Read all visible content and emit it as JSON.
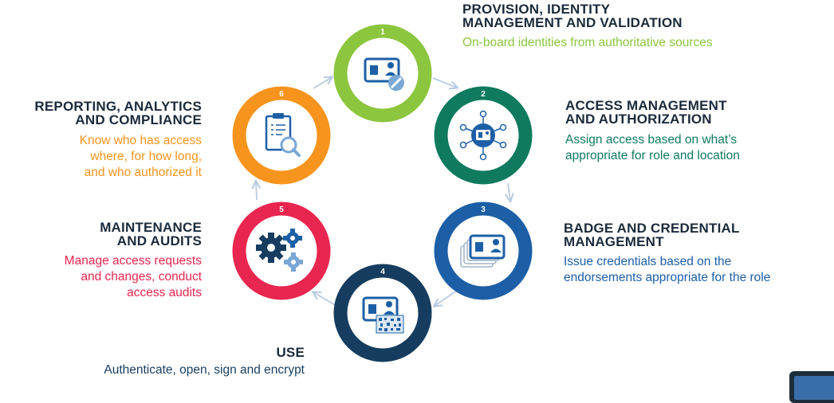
{
  "colors": {
    "step1": "#8cc63f",
    "step2": "#0f7a5e",
    "step3": "#1d5fa6",
    "step4": "#163d5f",
    "step5": "#e8264f",
    "step6": "#f7941d",
    "title": "#1b2a3a",
    "arrow": "#b9cbe3"
  },
  "steps": [
    {
      "number": "1",
      "icon": "id-card-pencil-icon",
      "title_lines": [
        "PROVISION, IDENTITY",
        "MANAGEMENT AND VALIDATION"
      ],
      "desc_lines": [
        "On-board identities from authoritative sources"
      ]
    },
    {
      "number": "2",
      "icon": "access-network-icon",
      "title_lines": [
        "ACCESS MANAGEMENT",
        "AND AUTHORIZATION"
      ],
      "desc_lines": [
        "Assign access based on what’s",
        "appropriate for role and location"
      ]
    },
    {
      "number": "3",
      "icon": "stacked-badges-icon",
      "title_lines": [
        "BADGE AND CREDENTIAL",
        "MANAGEMENT"
      ],
      "desc_lines": [
        "Issue credentials based on the",
        "endorsements appropriate for the role"
      ]
    },
    {
      "number": "4",
      "icon": "id-card-qr-icon",
      "title_lines": [
        "USE"
      ],
      "desc_lines": [
        "Authenticate, open, sign and encrypt"
      ]
    },
    {
      "number": "5",
      "icon": "gears-icon",
      "title_lines": [
        "MAINTENANCE",
        "AND AUDITS"
      ],
      "desc_lines": [
        "Manage access requests",
        "and changes, conduct",
        "access audits"
      ]
    },
    {
      "number": "6",
      "icon": "clipboard-search-icon",
      "title_lines": [
        "REPORTING, ANALYTICS",
        "AND COMPLIANCE"
      ],
      "desc_lines": [
        "Know who has access",
        "where, for how long,",
        "and who authorized it"
      ]
    }
  ]
}
